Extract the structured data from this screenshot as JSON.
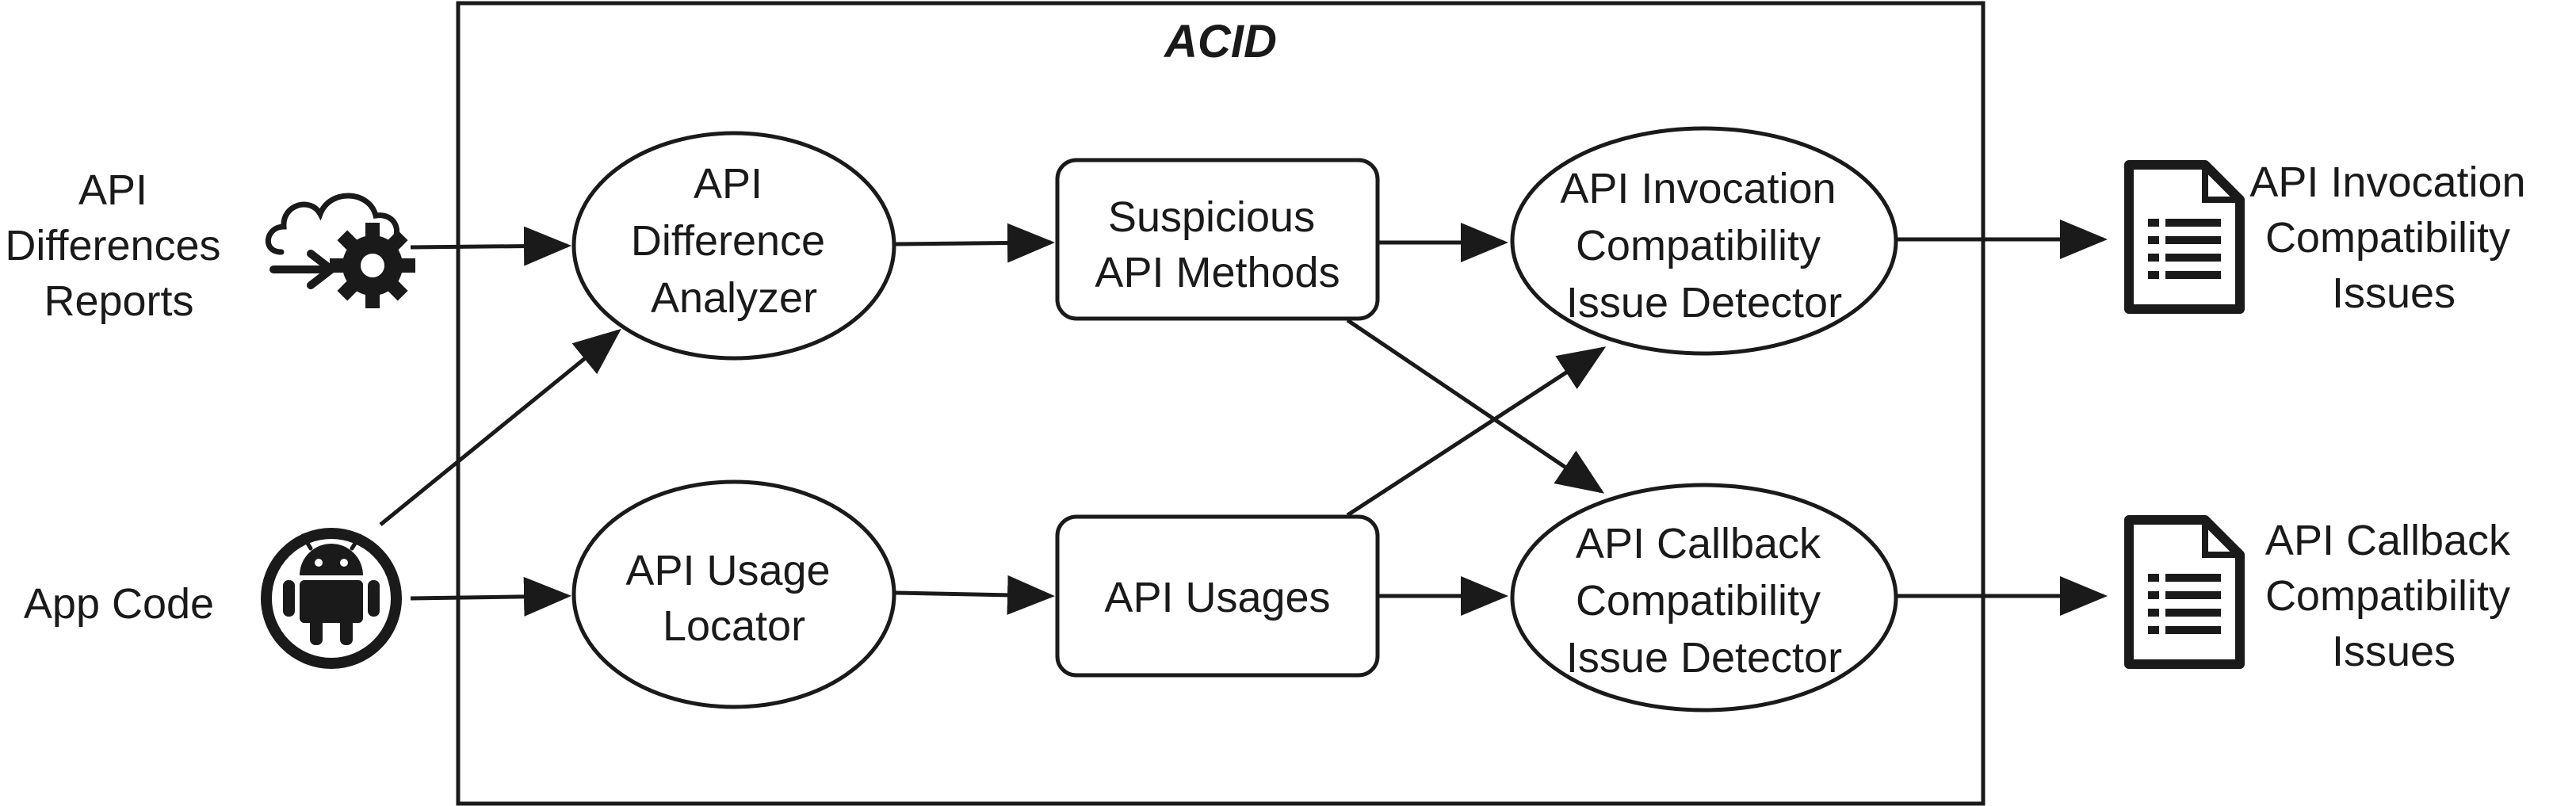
{
  "system": {
    "title": "ACID"
  },
  "inputs": {
    "api_diff_reports": [
      "API",
      "Differences",
      "Reports"
    ],
    "app_code": [
      "App Code"
    ]
  },
  "nodes": {
    "api_difference_analyzer": [
      "API",
      "Difference",
      "Analyzer"
    ],
    "api_usage_locator": [
      "API Usage",
      "Locator"
    ],
    "suspicious_api_methods": [
      "Suspicious",
      "API Methods"
    ],
    "api_usages": [
      "API Usages"
    ],
    "invocation_detector": [
      "API Invocation",
      "Compatibility",
      "Issue Detector"
    ],
    "callback_detector": [
      "API Callback",
      "Compatibility",
      "Issue Detector"
    ]
  },
  "outputs": {
    "invocation_issues": [
      "API Invocation",
      "Compatibility",
      "Issues"
    ],
    "callback_issues": [
      "API Callback",
      "Compatibility",
      "Issues"
    ]
  },
  "icons": {
    "reports": "cloud-gear-icon",
    "app": "android-icon",
    "document": "document-icon"
  }
}
